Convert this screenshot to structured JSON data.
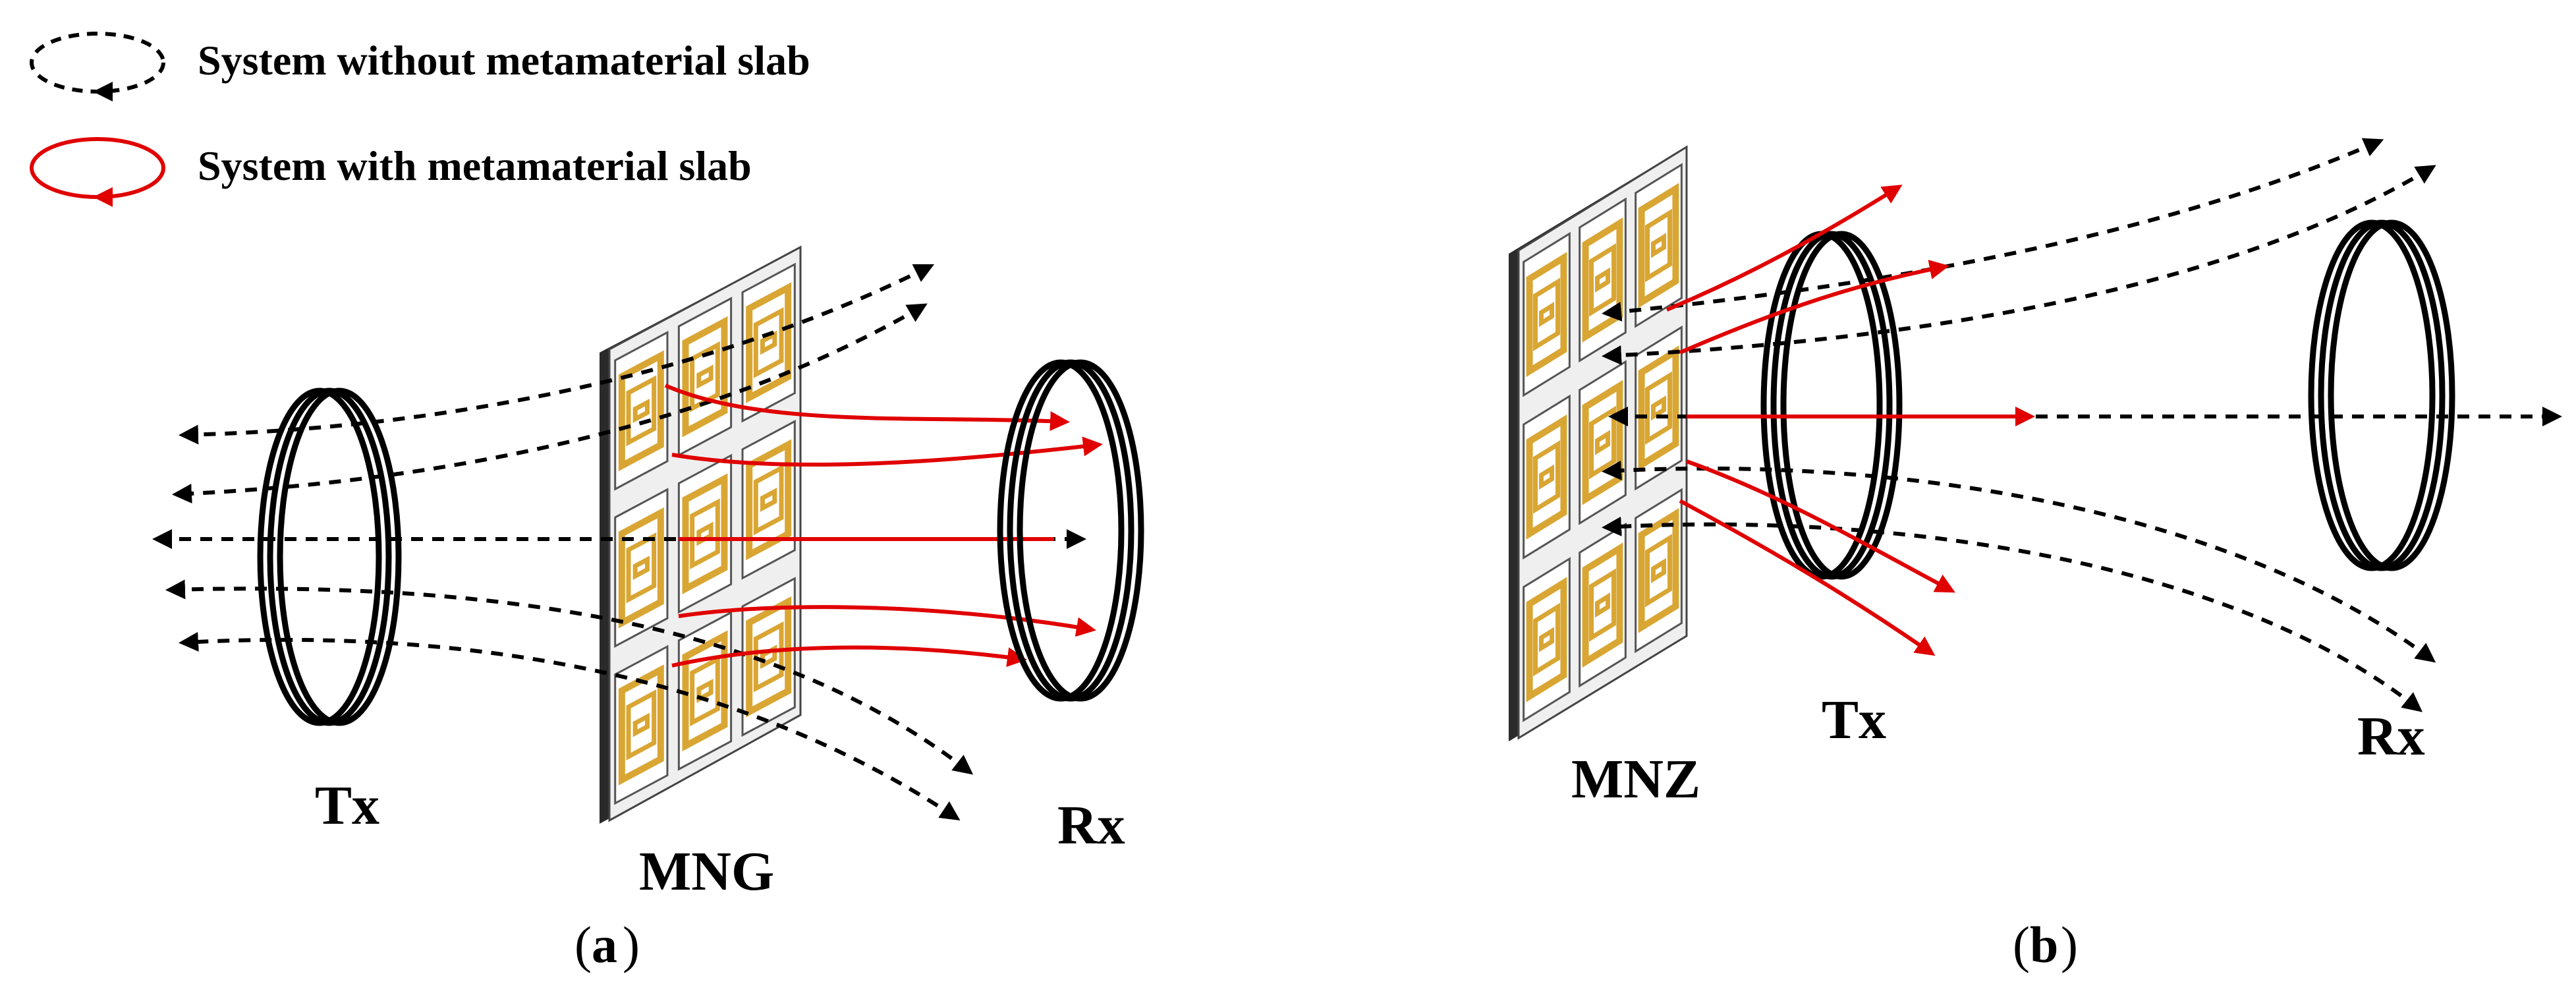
{
  "legend": {
    "without_label": "System without metamaterial slab",
    "with_label": "System with metamaterial slab"
  },
  "panel_a": {
    "tx_label": "Tx",
    "slab_label": "MNG",
    "rx_label": "Rx",
    "caption_letter": "a"
  },
  "panel_b": {
    "slab_label": "MNZ",
    "tx_label": "Tx",
    "rx_label": "Rx",
    "caption_letter": "b"
  },
  "colors": {
    "without_slab": "#000000",
    "with_slab": "#e00000",
    "cell_gold": "#d9a634",
    "cell_face": "#f2f2f2",
    "frame": "#2a2a2a"
  }
}
